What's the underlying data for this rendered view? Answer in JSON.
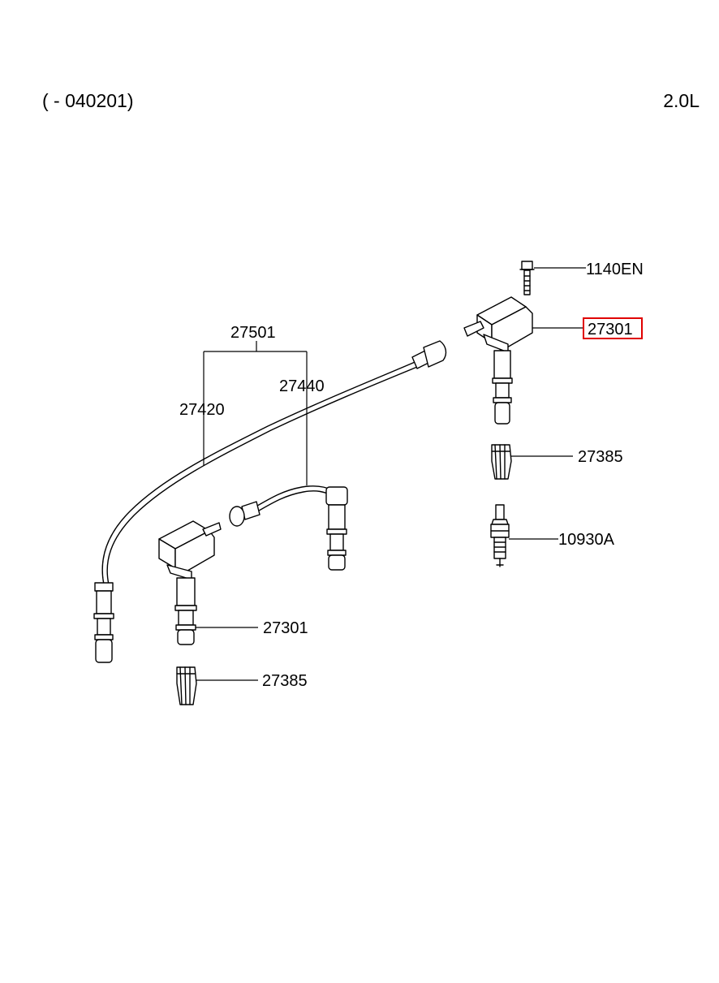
{
  "header": {
    "range": "( - 040201)",
    "engine": "2.0L"
  },
  "colors": {
    "line": "#000000",
    "highlight": "#e00000",
    "background": "#ffffff"
  },
  "callouts": {
    "bolt": "1140EN",
    "coil_front": "27301",
    "cable_set": "27501",
    "cable_left": "27420",
    "cable_right": "27440",
    "boot_front": "27385",
    "spark_plug": "10930A",
    "coil_rear": "27301",
    "boot_rear": "27385"
  },
  "highlighted": "coil_front"
}
